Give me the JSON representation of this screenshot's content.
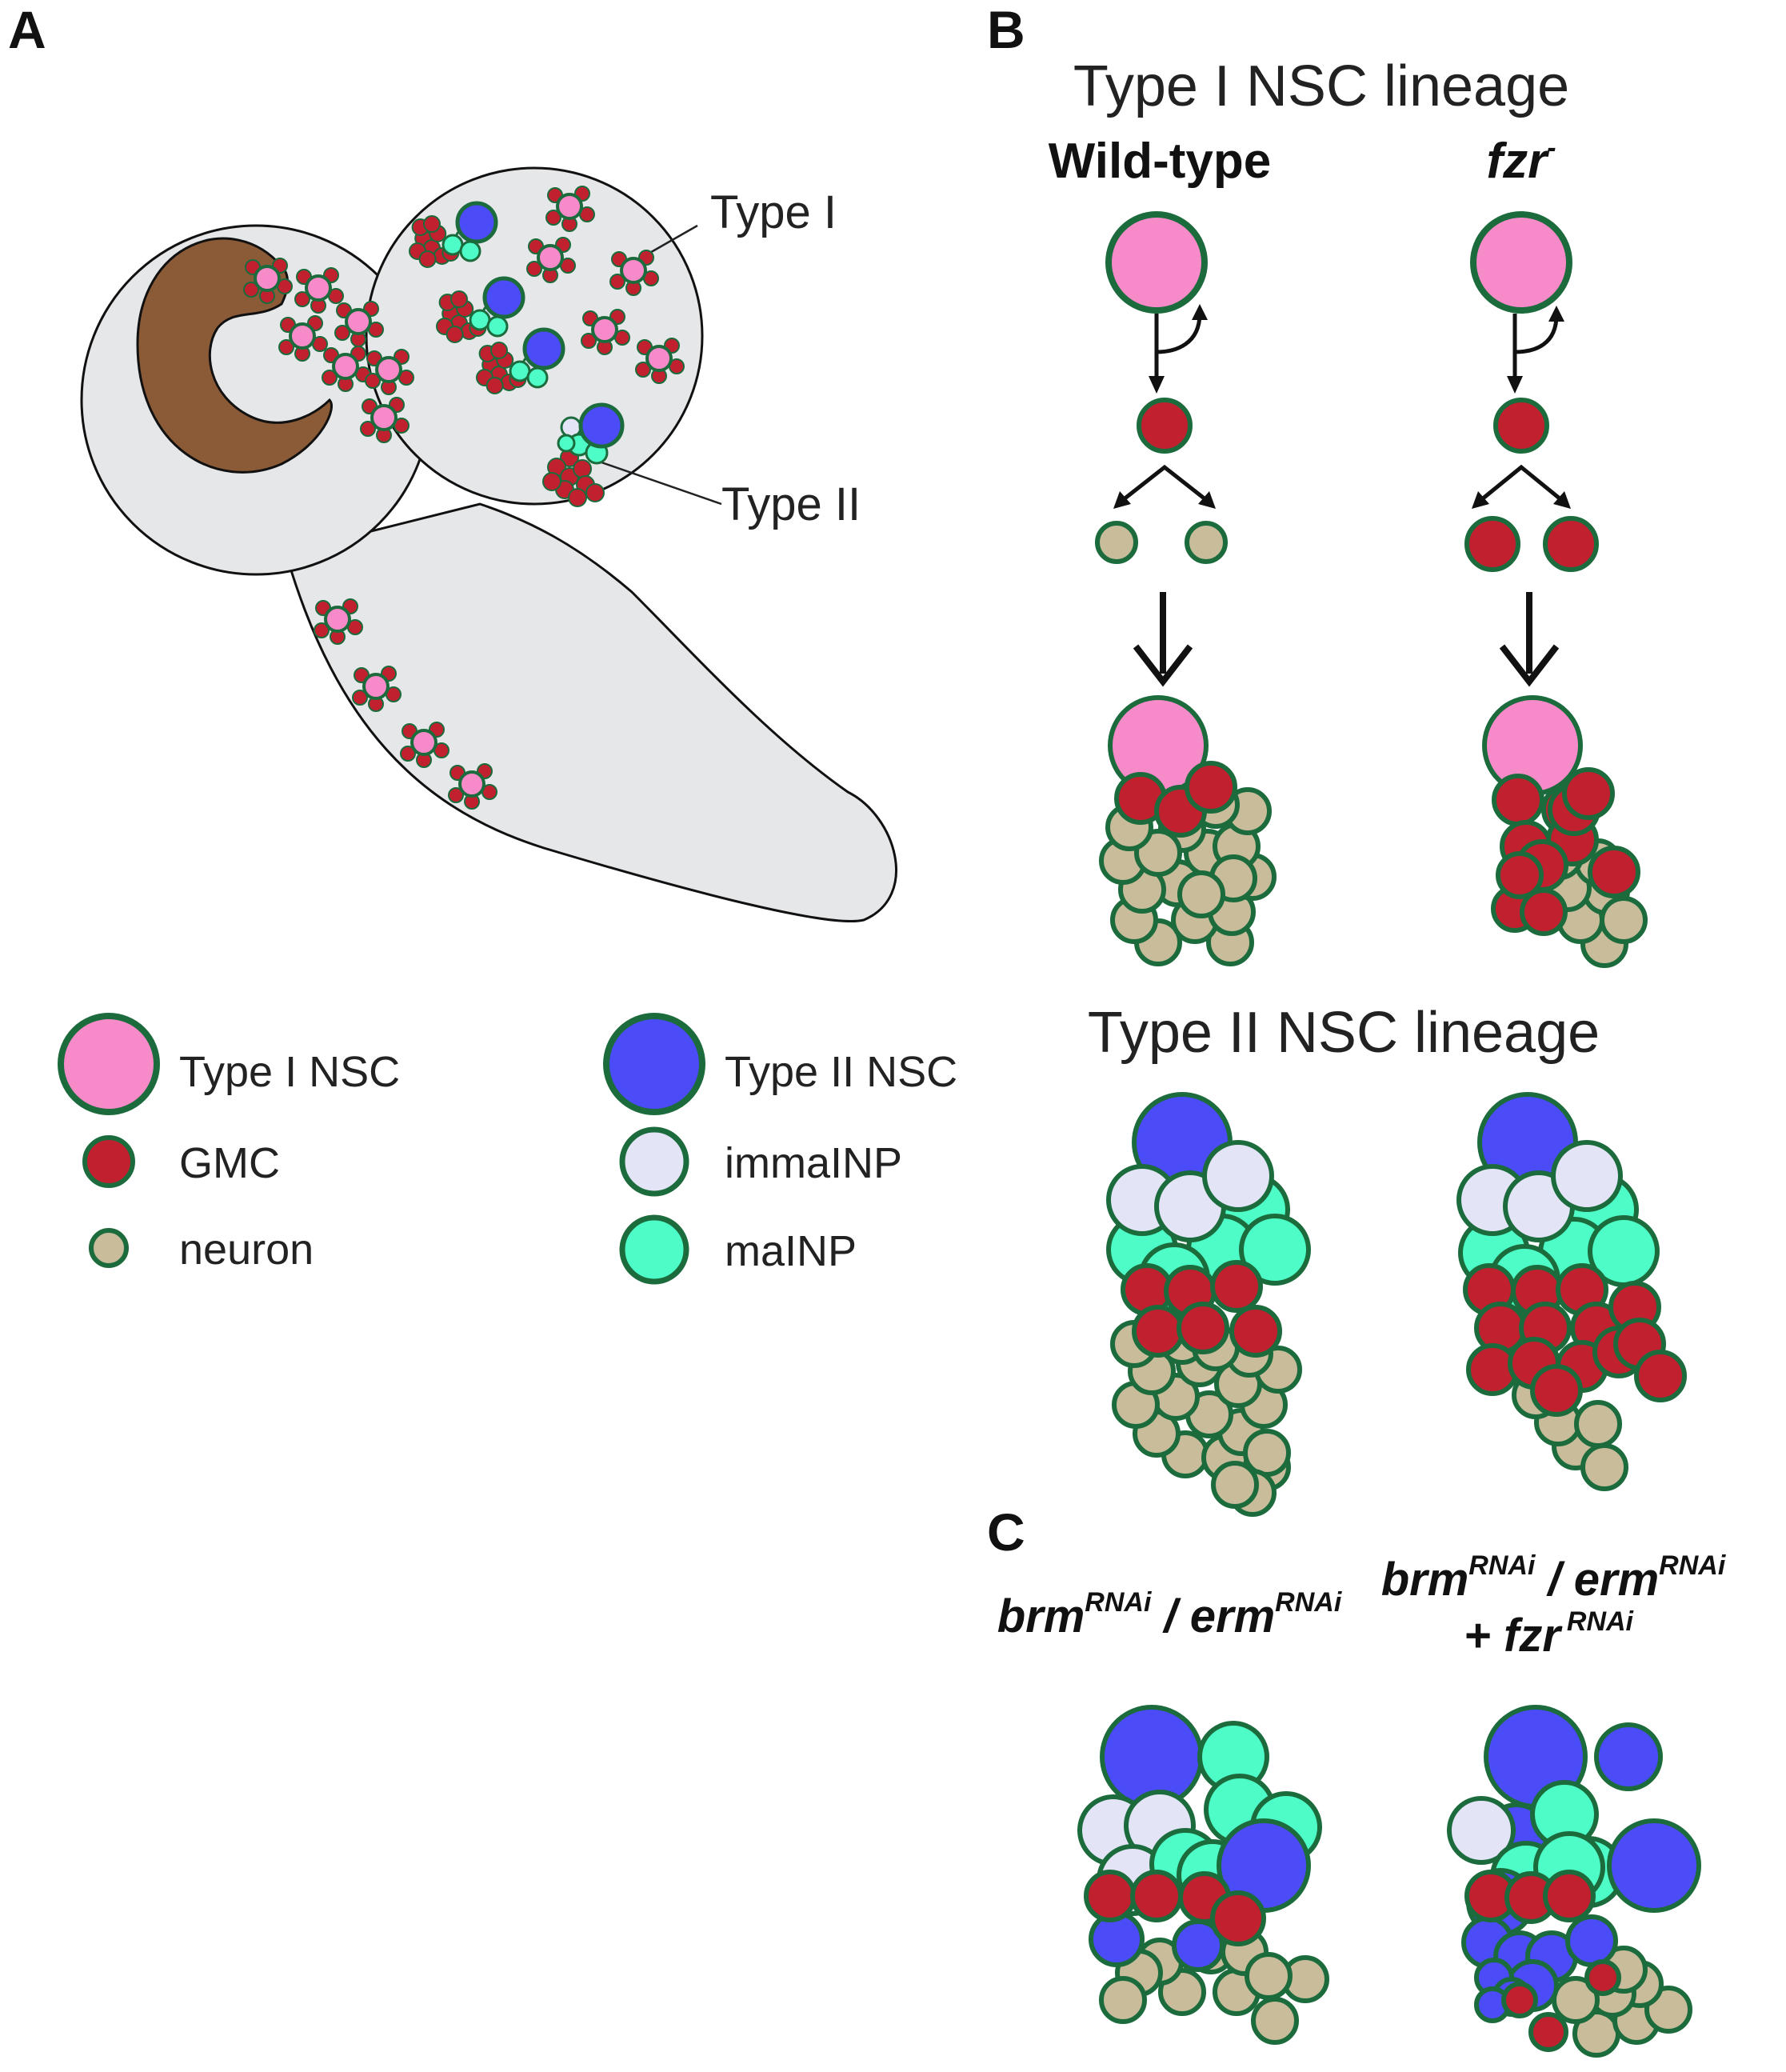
{
  "panels": {
    "a": {
      "letter": "A",
      "callout_type1": "Type I",
      "callout_type2": "Type II"
    },
    "b": {
      "letter": "B",
      "title_type1": "Type I NSC lineage",
      "title_type2": "Type II NSC lineage",
      "wildtype": "Wild-type",
      "fzr": "fzr",
      "fzr_sup": "-"
    },
    "c": {
      "letter": "C",
      "brm": "brm",
      "rnai": "RNAi",
      "slash": " / ",
      "erm": "erm",
      "plus": "+ ",
      "fzr": "fzr"
    }
  },
  "legend": {
    "type1_nsc": "Type I  NSC",
    "type2_nsc": "Type II  NSC",
    "gmc": "GMC",
    "immainp": "immaINP",
    "neuron": "neuron",
    "mainp": "maINP"
  },
  "colors": {
    "type1_nsc": "#f78bc9",
    "type2_nsc": "#4b4bf7",
    "gmc": "#c1202f",
    "immainp": "#e4e4f7",
    "mainp": "#4dfcc7",
    "neuron": "#c8bc9a",
    "outline": "#1c6b3c",
    "brain": "#e6e7e8",
    "neuropil": "#8b5a36"
  }
}
